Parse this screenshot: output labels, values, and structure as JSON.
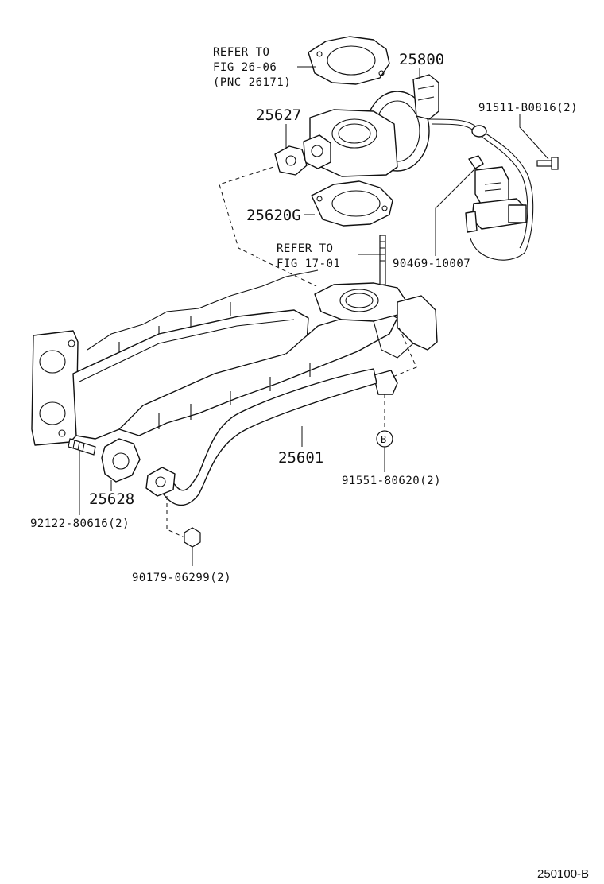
{
  "diagram": {
    "callouts": {
      "refer_fig26": [
        "REFER TO",
        "FIG 26-06",
        "(PNC 26171)"
      ],
      "p25800": "25800",
      "p91511": "91511-B0816(2)",
      "p25627": "25627",
      "p25620g": "25620G",
      "refer_fig17": [
        "REFER TO",
        "FIG 17-01"
      ],
      "p90469": "90469-10007",
      "p25601": "25601",
      "b_marker": "B",
      "p91551": "91551-80620(2)",
      "p25628": "25628",
      "p92122": "92122-80616(2)",
      "p90179": "90179-06299(2)"
    },
    "figure_ref": "250100-B"
  }
}
